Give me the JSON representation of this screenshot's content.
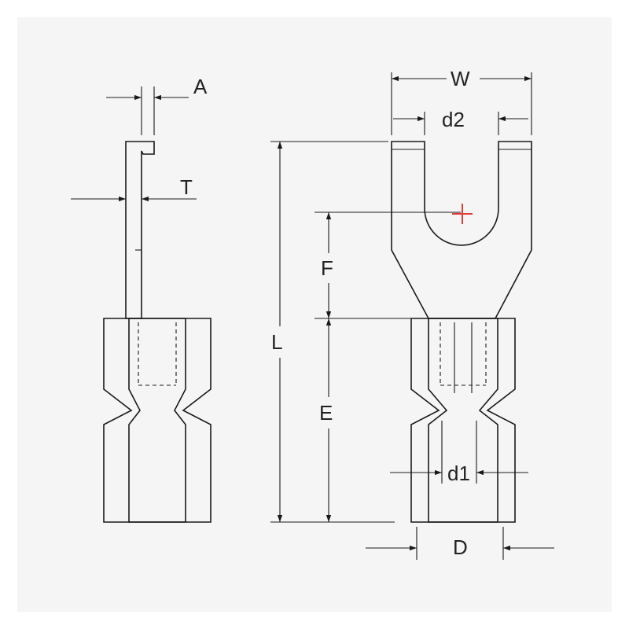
{
  "dimensions": {
    "A": "A",
    "T": "T",
    "W": "W",
    "d2": "d2",
    "L": "L",
    "F": "F",
    "E": "E",
    "d1": "d1",
    "D": "D"
  },
  "colors": {
    "background": "#ffffff",
    "panel": "#f5f5f6",
    "insulation": "#1f3f9c",
    "metal": "#f2f3f5",
    "line": "#1a1a1a",
    "center_mark": "#e53935"
  },
  "icons": {
    "center_mark": "plus-sign"
  }
}
